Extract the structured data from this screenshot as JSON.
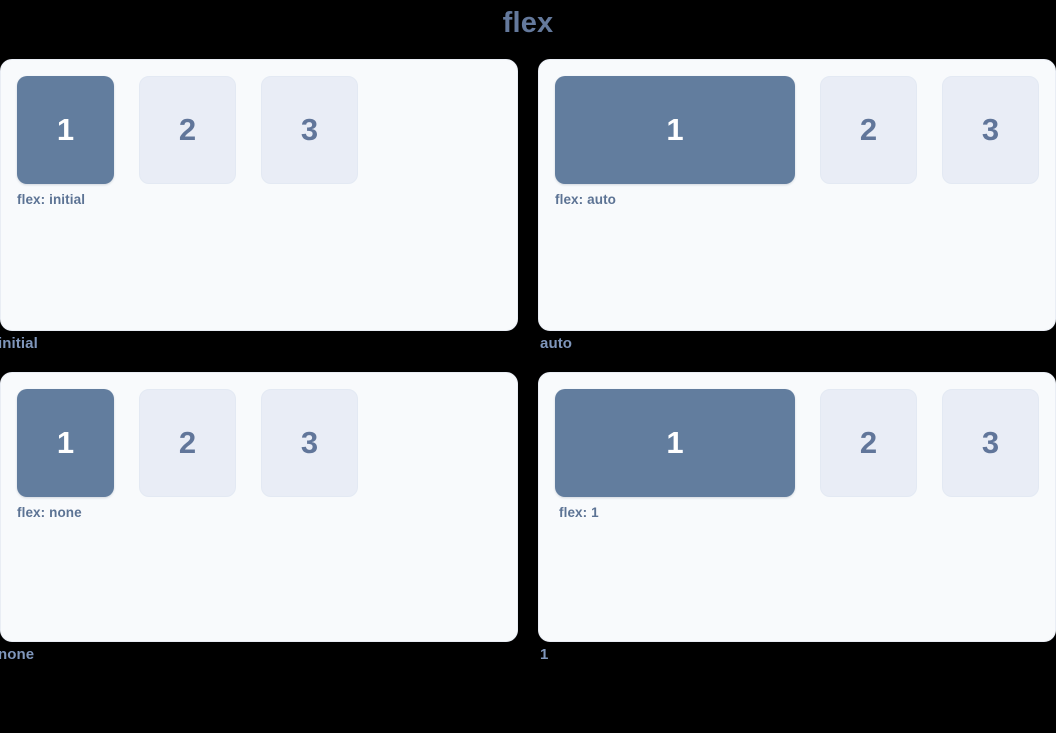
{
  "title": "flex",
  "colors": {
    "page_background": "#000000",
    "panel_background": "#f8fafc",
    "active_box": "#627d9e",
    "inactive_box": "#e9edf6",
    "title_text": "#64799c",
    "caption_text": "#7f96bb",
    "item_label_text": "#5c7394"
  },
  "boxes": {
    "one": "1",
    "two": "2",
    "three": "3"
  },
  "panels": [
    {
      "caption": "initial",
      "item_label": "flex: initial",
      "value": "initial"
    },
    {
      "caption": "auto",
      "item_label": "flex: auto",
      "value": "auto"
    },
    {
      "caption": "none",
      "item_label": "flex: none",
      "value": "none"
    },
    {
      "caption": "1",
      "item_label": "flex: 1",
      "value": "1"
    }
  ]
}
